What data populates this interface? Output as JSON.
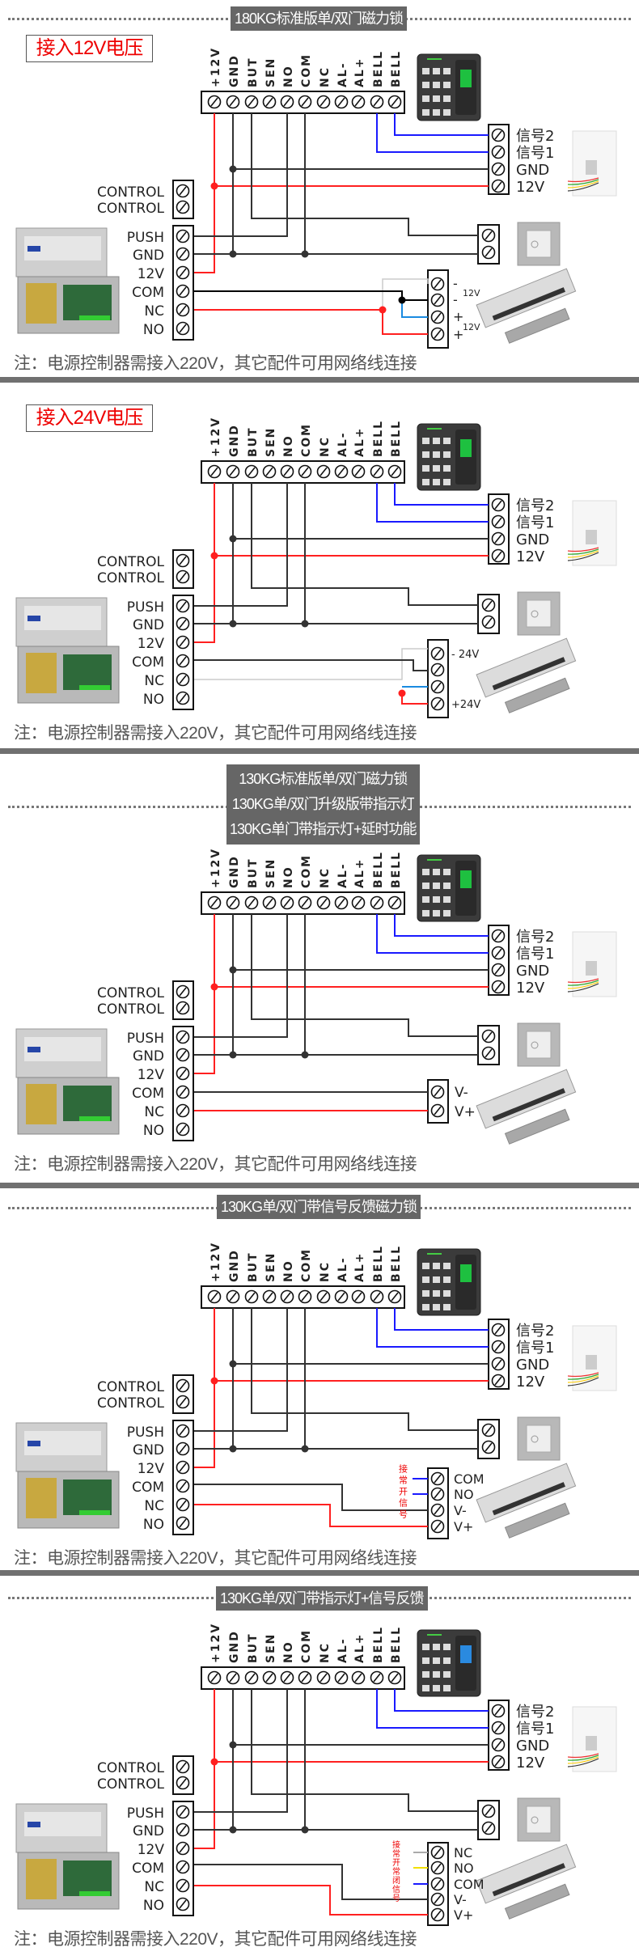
{
  "common": {
    "top_terminals": [
      "+12V",
      "GND",
      "BUT",
      "SEN",
      "NO",
      "COM",
      "NC",
      "AL-",
      "AL+",
      "BELL",
      "BELL"
    ],
    "doorbell_labels": [
      "信号2",
      "信号1",
      "GND",
      "12V"
    ],
    "control_labels": [
      "CONTROL",
      "CONTROL"
    ],
    "power_labels": [
      "PUSH",
      "GND",
      "12V",
      "COM",
      "NC",
      "NO"
    ],
    "note": "注：电源控制器需接入220V，其它配件可用网络线连接"
  },
  "sections": [
    {
      "header": [
        "180KG标准版单/双门磁力锁"
      ],
      "voltage_label": "接入12V电压",
      "lock_labels": [
        "-",
        "12V",
        "-",
        "+",
        "12V",
        "+"
      ]
    },
    {
      "header": [],
      "voltage_label": "接入24V电压",
      "lock_labels": [
        "- 24V",
        "+24V"
      ]
    },
    {
      "header": [
        "130KG标准版单/双门磁力锁",
        "130KG单/双门升级版带指示灯",
        "130KG单门带指示灯+延时功能"
      ],
      "lock_labels": [
        "V-",
        "V+"
      ]
    },
    {
      "header": [
        "130KG单/双门带信号反馈磁力锁"
      ],
      "lock_labels": [
        "COM",
        "NO",
        "V-",
        "V+"
      ],
      "signal_note": "接常开信号"
    },
    {
      "header": [
        "130KG单/双门带指示灯+信号反馈"
      ],
      "lock_labels": [
        "NC",
        "NO",
        "COM",
        "V-",
        "V+"
      ],
      "signal_note": "接常开常闭信号"
    }
  ],
  "colors": {
    "red_wire": "#ff2020",
    "blue_wire": "#1a1aff",
    "black_wire": "#333333",
    "header_bg": "#666666"
  }
}
